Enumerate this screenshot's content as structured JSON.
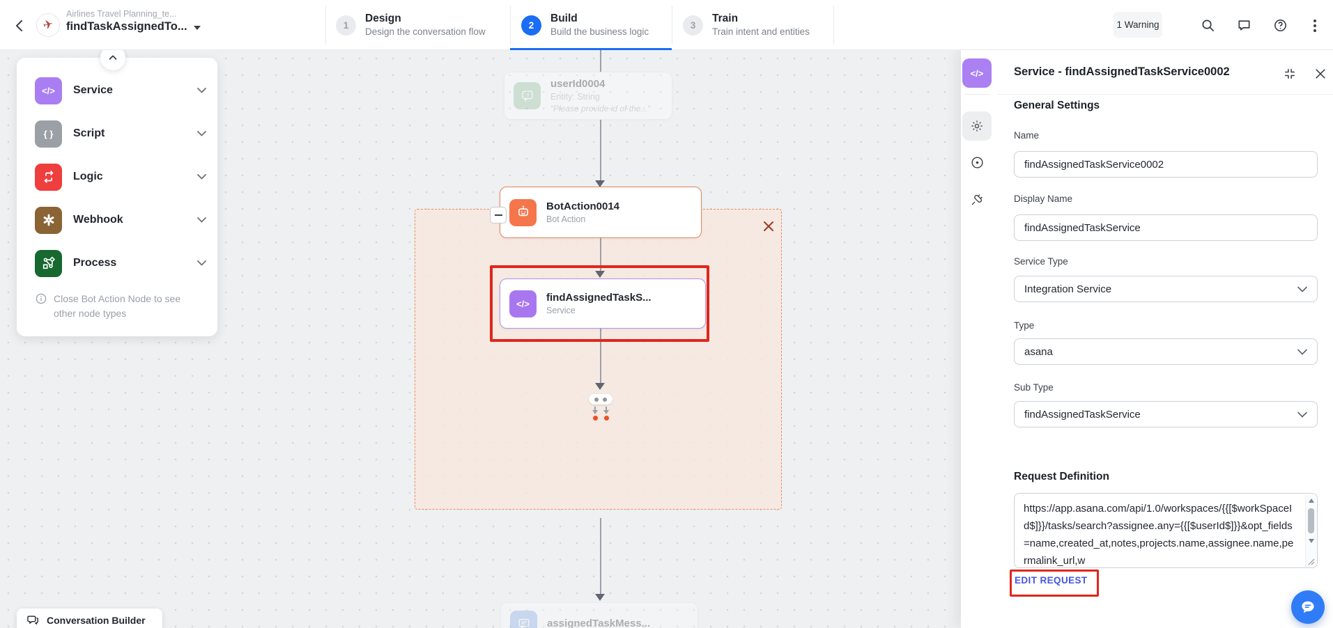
{
  "icons": {
    "code_glyph": "</>",
    "script_glyph": "{ }",
    "question_glyph": "?",
    "plane_glyph": "✈"
  },
  "header": {
    "product_subtitle": "Airlines Travel Planning_te...",
    "product_title": "findTaskAssignedTo...",
    "steps": [
      {
        "num": "1",
        "label": "Design",
        "desc": "Design the conversation flow"
      },
      {
        "num": "2",
        "label": "Build",
        "desc": "Build the business logic"
      },
      {
        "num": "3",
        "label": "Train",
        "desc": "Train intent and entities"
      }
    ],
    "warning_label": "1 Warning"
  },
  "palette": {
    "items": [
      {
        "label": "Service",
        "color": "#a97ef3"
      },
      {
        "label": "Script",
        "color": "#9aa0a6"
      },
      {
        "label": "Logic",
        "color": "#ee3e3e"
      },
      {
        "label": "Webhook",
        "color": "#8a6434"
      },
      {
        "label": "Process",
        "color": "#17692f"
      }
    ],
    "note": "Close Bot Action Node to see other node types"
  },
  "canvas": {
    "entity_node": {
      "title": "userId0004",
      "meta": "Entity: String",
      "prompt": "“Please provide id of the...”"
    },
    "bot_action_node": {
      "title": "BotAction0014",
      "type": "Bot Action"
    },
    "service_node": {
      "title": "findAssignedTaskS...",
      "type": "Service"
    },
    "message_node": {
      "title": "assignedTaskMess..."
    },
    "builder_badge": "Conversation Builder"
  },
  "panel": {
    "title": "Service - findAssignedTaskService0002",
    "general_heading": "General Settings",
    "fields": {
      "name": {
        "label": "Name",
        "value": "findAssignedTaskService0002"
      },
      "display_name": {
        "label": "Display Name",
        "value": "findAssignedTaskService"
      },
      "service_type": {
        "label": "Service Type",
        "value": "Integration Service"
      },
      "type": {
        "label": "Type",
        "value": "asana"
      },
      "sub_type": {
        "label": "Sub Type",
        "value": "findAssignedTaskService"
      }
    },
    "request_heading": "Request Definition",
    "request_url": "https://app.asana.com/api/1.0/workspaces/{{[$workSpaceId$]}}/tasks/search?assignee.any={{[$userId$]}}&opt_fields=name,created_at,notes,projects.name,assignee.name,permalink_url,w",
    "edit_request_label": "EDIT REQUEST"
  }
}
